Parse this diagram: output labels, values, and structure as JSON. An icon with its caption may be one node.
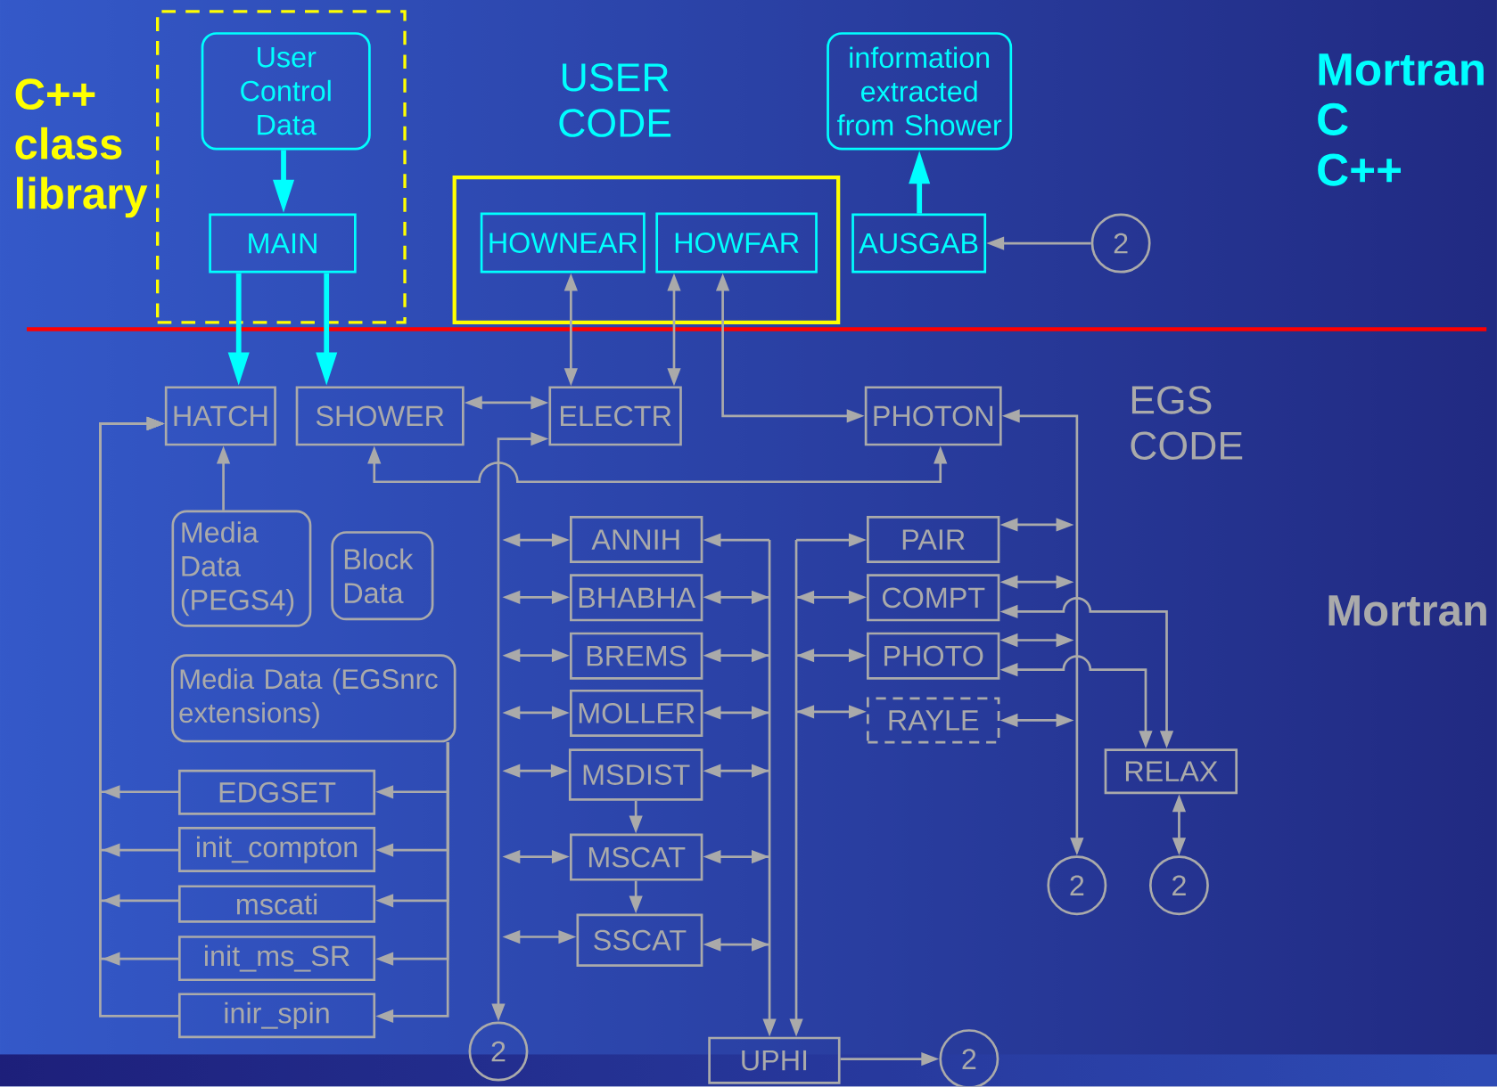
{
  "diagram": {
    "nodes": [
      {
        "text": [],
        "shape": "box"
      },
      {
        "text": [
          "User Control Data"
        ],
        "in": 0
      },
      {
        "text": [
          "MAIN"
        ],
        "in": 0
      },
      {
        "text": [],
        "shape": "box"
      },
      {
        "text": [
          "HOWNEAR"
        ],
        "in": 3
      },
      {
        "text": [
          "HOWFAR"
        ],
        "in": 3
      },
      {
        "text": [
          "information extracted from Shower"
        ]
      },
      {
        "text": [
          "AUSGAB"
        ]
      },
      {
        "text": [
          "2"
        ]
      },
      {
        "text": [
          "HATCH"
        ]
      },
      {
        "text": [
          "SHOWER"
        ]
      },
      {
        "text": [
          "ELECTR"
        ]
      },
      {
        "text": [
          "PHOTON"
        ]
      },
      {
        "text": [
          "Media Data (PEGS4)"
        ]
      },
      {
        "text": [
          "Block Data"
        ]
      },
      {
        "text": [
          "Media Data (EGSnrc extensions)"
        ]
      },
      {
        "text": [
          "EDGSET"
        ]
      },
      {
        "text": [
          "init_compton"
        ]
      },
      {
        "text": [
          "mscati"
        ]
      },
      {
        "text": [
          "init_ms_SR"
        ]
      },
      {
        "text": [
          "inir_spin"
        ]
      },
      {
        "text": [
          "2"
        ]
      },
      {
        "text": [
          "ANNIH"
        ]
      },
      {
        "text": [
          "BHABHA"
        ]
      },
      {
        "text": [
          "BREMS"
        ]
      },
      {
        "text": [
          "MOLLER"
        ]
      },
      {
        "text": [
          "MSDIST"
        ]
      },
      {
        "text": [
          "MSCAT"
        ]
      },
      {
        "text": [
          "SSCAT"
        ]
      },
      {
        "text": [
          "UPHI"
        ]
      },
      {
        "text": [
          "2"
        ]
      },
      {
        "text": [
          "PAIR"
        ]
      },
      {
        "text": [
          "COMPT"
        ]
      },
      {
        "text": [
          "PHOTO"
        ]
      },
      {
        "text": [
          "RAYLE"
        ]
      },
      {
        "text": [
          "RELAX"
        ]
      },
      {
        "text": [
          "2"
        ]
      },
      {
        "text": [
          "2"
        ]
      }
    ],
    "edges": [
      {
        "from": 1,
        "to": 2,
        "arrow": "to",
        "style": "thick",
        "color": "#00ffff"
      },
      {
        "from": 2,
        "to": 9,
        "arrow": "to",
        "style": "thick",
        "color": "#00ffff"
      },
      {
        "from": 2,
        "to": 10,
        "arrow": "to",
        "style": "thick",
        "color": "#00ffff"
      },
      {
        "from": 7,
        "to": 6,
        "arrow": "to",
        "style": "thick",
        "color": "#00ffff"
      },
      {
        "from": 8,
        "to": 7,
        "arrow": "to"
      },
      {
        "from": 4,
        "to": 11,
        "arrow": "both"
      },
      {
        "from": 5,
        "to": 11,
        "arrow": "both"
      },
      {
        "from": 5,
        "to": 12,
        "arrow": "both"
      },
      {
        "from": 10,
        "to": 11,
        "arrow": "both"
      },
      {
        "from": 10,
        "to": 12,
        "arrow": "both"
      },
      {
        "from": 13,
        "to": 9,
        "arrow": "to"
      },
      {
        "from": 15,
        "to": 16,
        "arrow": "to"
      },
      {
        "from": 15,
        "to": 17,
        "arrow": "to"
      },
      {
        "from": 15,
        "to": 18,
        "arrow": "to"
      },
      {
        "from": 15,
        "to": 19,
        "arrow": "to"
      },
      {
        "from": 15,
        "to": 20,
        "arrow": "to"
      },
      {
        "from": 16,
        "to": 9,
        "arrow": "to"
      },
      {
        "from": 17,
        "to": 9,
        "arrow": "to"
      },
      {
        "from": 18,
        "to": 9,
        "arrow": "to"
      },
      {
        "from": 19,
        "to": 9,
        "arrow": "to"
      },
      {
        "from": 20,
        "to": 9,
        "arrow": "to"
      },
      {
        "from": 11,
        "to": 21,
        "arrow": "both"
      },
      {
        "from": null,
        "to": 22,
        "arrow": "both"
      },
      {
        "from": null,
        "to": 23,
        "arrow": "both"
      },
      {
        "from": null,
        "to": 24,
        "arrow": "both"
      },
      {
        "from": null,
        "to": 25,
        "arrow": "both"
      },
      {
        "from": null,
        "to": 26,
        "arrow": "both"
      },
      {
        "from": null,
        "to": 27,
        "arrow": "both"
      },
      {
        "from": null,
        "to": 28,
        "arrow": "both"
      },
      {
        "from": 22,
        "to": 29,
        "arrow": "both"
      },
      {
        "from": 23,
        "to": 29,
        "arrow": "both"
      },
      {
        "from": 24,
        "to": 29,
        "arrow": "both"
      },
      {
        "from": 25,
        "to": 29,
        "arrow": "both"
      },
      {
        "from": 26,
        "to": 29,
        "arrow": "both"
      },
      {
        "from": 27,
        "to": 29,
        "arrow": "both"
      },
      {
        "from": 28,
        "to": 29,
        "arrow": "both"
      },
      {
        "from": 31,
        "to": 29,
        "arrow": "both"
      },
      {
        "from": 32,
        "to": 29,
        "arrow": "both"
      },
      {
        "from": 33,
        "to": 29,
        "arrow": "both"
      },
      {
        "from": 34,
        "to": 29,
        "arrow": "both"
      },
      {
        "from": 12,
        "to": 36,
        "arrow": "both"
      },
      {
        "from": null,
        "to": 31,
        "arrow": "both"
      },
      {
        "from": null,
        "to": 32,
        "arrow": "both"
      },
      {
        "from": null,
        "to": 33,
        "arrow": "both"
      },
      {
        "from": null,
        "to": 34,
        "arrow": "both"
      },
      {
        "from": 32,
        "to": 35,
        "arrow": "both"
      },
      {
        "from": 33,
        "to": 35,
        "arrow": "both"
      },
      {
        "from": 35,
        "to": 37,
        "arrow": "both"
      },
      {
        "from": 26,
        "to": 27,
        "arrow": "to"
      },
      {
        "from": 27,
        "to": 28,
        "arrow": "to"
      },
      {
        "from": 29,
        "to": 30,
        "arrow": "to"
      }
    ],
    "labels": [
      "C++ class library",
      "USER CODE",
      "Mortran",
      "C",
      "C++",
      "EGS CODE",
      "Mortran"
    ]
  }
}
